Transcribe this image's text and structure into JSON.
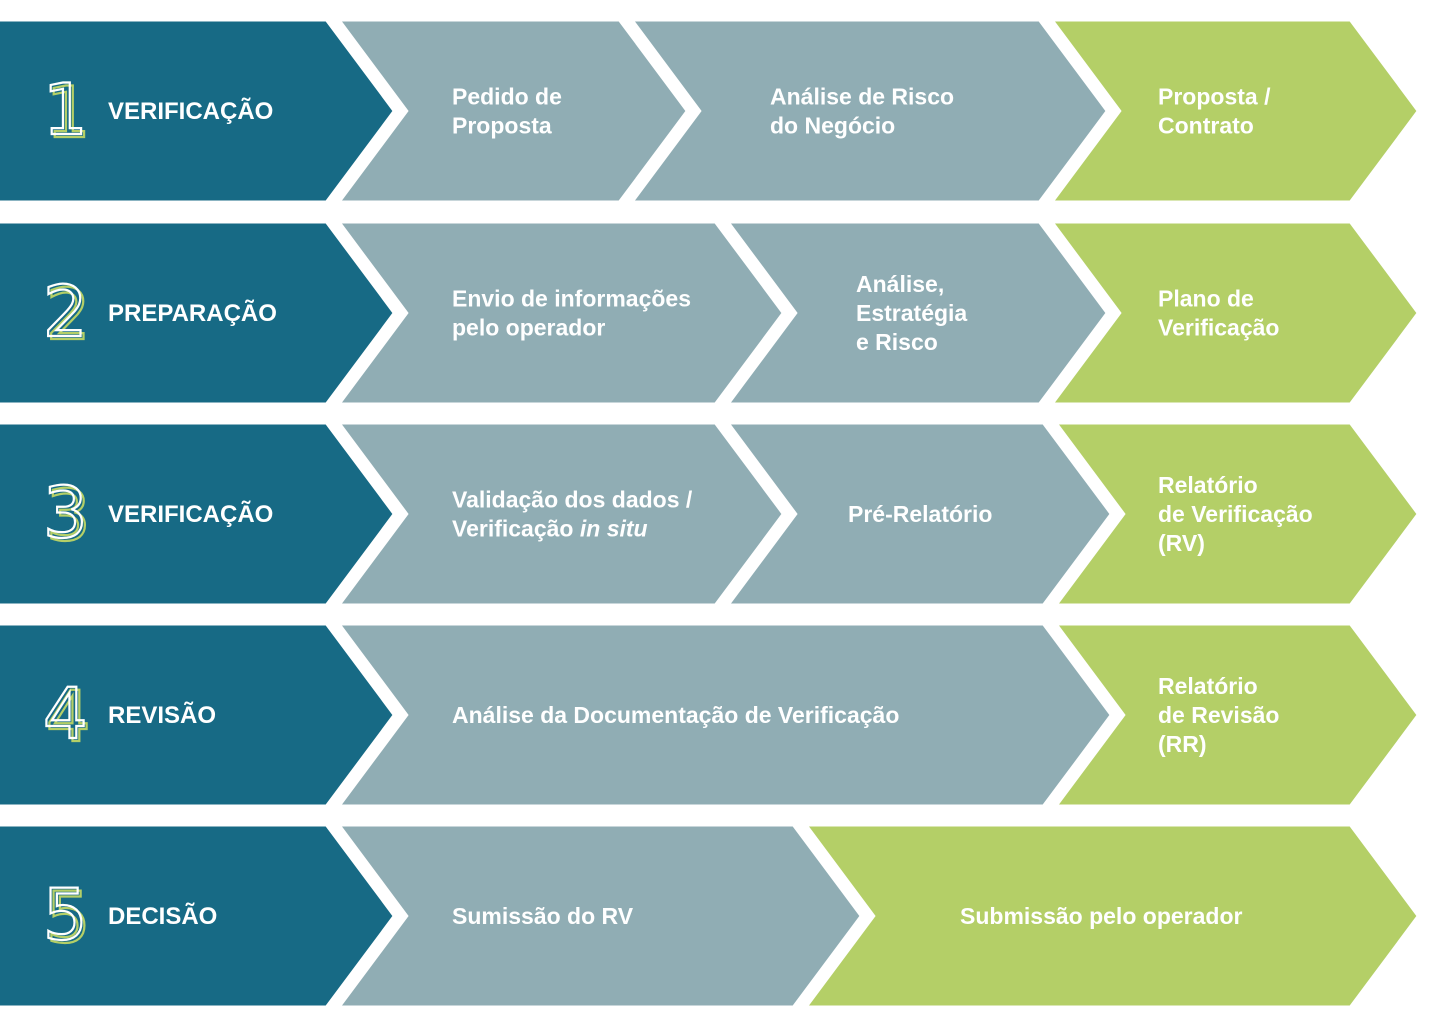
{
  "colors": {
    "step": "#176a85",
    "process": "#90adb4",
    "output": "#b4cf67",
    "number_outline": "#ffffff",
    "number_shadow": "#b4cf67"
  },
  "rows": [
    {
      "number": "1",
      "name": "VERIFICAÇÃO",
      "items": [
        {
          "kind": "process",
          "lines": [
            {
              "text": "Pedido de"
            },
            {
              "text": "Proposta"
            }
          ]
        },
        {
          "kind": "process",
          "lines": [
            {
              "text": "Análise de Risco"
            },
            {
              "text": "do Negócio"
            }
          ]
        },
        {
          "kind": "output",
          "lines": [
            {
              "text": "Proposta /"
            },
            {
              "text": "Contrato"
            }
          ]
        }
      ]
    },
    {
      "number": "2",
      "name": "PREPARAÇÃO",
      "items": [
        {
          "kind": "process",
          "lines": [
            {
              "text": "Envio de informações"
            },
            {
              "text": "pelo operador"
            }
          ]
        },
        {
          "kind": "process",
          "lines": [
            {
              "text": "Análise,"
            },
            {
              "text": "Estratégia"
            },
            {
              "text": "e Risco"
            }
          ]
        },
        {
          "kind": "output",
          "lines": [
            {
              "text": "Plano de"
            },
            {
              "text": "Verificação"
            }
          ]
        }
      ]
    },
    {
      "number": "3",
      "name": "VERIFICAÇÃO",
      "items": [
        {
          "kind": "process",
          "lines": [
            {
              "text": "Validação dos dados /"
            },
            {
              "text": "Verificação ",
              "italic_suffix": "in situ"
            }
          ]
        },
        {
          "kind": "process",
          "lines": [
            {
              "text": "Pré-Relatório"
            }
          ]
        },
        {
          "kind": "output",
          "lines": [
            {
              "text": "Relatório"
            },
            {
              "text": "de Verificação"
            },
            {
              "text": "(RV)"
            }
          ]
        }
      ]
    },
    {
      "number": "4",
      "name": "REVISÃO",
      "items": [
        {
          "kind": "process",
          "lines": [
            {
              "text": "Análise da Documentação de Verificação"
            }
          ]
        },
        {
          "kind": "output",
          "lines": [
            {
              "text": "Relatório"
            },
            {
              "text": "de Revisão"
            },
            {
              "text": "(RR)"
            }
          ]
        }
      ]
    },
    {
      "number": "5",
      "name": "DECISÃO",
      "items": [
        {
          "kind": "process",
          "lines": [
            {
              "text": "Sumissão do RV"
            }
          ]
        },
        {
          "kind": "output",
          "lines": [
            {
              "text": "Submissão pelo operador"
            }
          ]
        }
      ]
    }
  ]
}
